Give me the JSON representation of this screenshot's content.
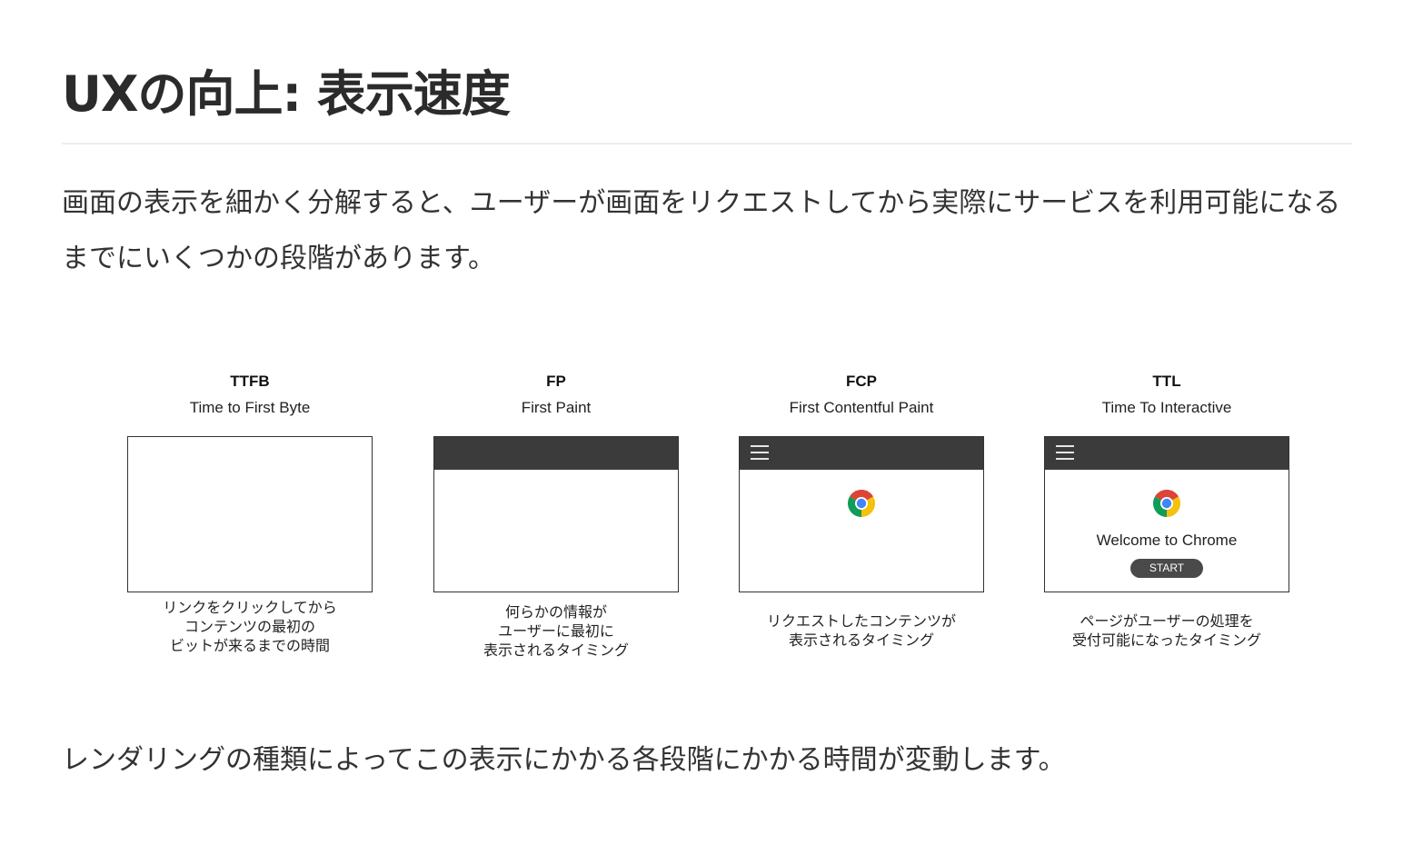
{
  "title": "UXの向上: 表示速度",
  "intro": "画面の表示を細かく分解すると、ユーザーが画面をリクエストしてから実際にサービスを利用可能になるまでにいくつかの段階があります。",
  "stages": [
    {
      "abbr": "TTFB",
      "name": "Time to First Byte",
      "caption": [
        "リンクをクリックしてから",
        "コンテンツの最初の",
        "ビットが来るまでの時間"
      ]
    },
    {
      "abbr": "FP",
      "name": "First Paint",
      "caption": [
        "何らかの情報が",
        "ユーザーに最初に",
        "表示されるタイミング"
      ]
    },
    {
      "abbr": "FCP",
      "name": "First Contentful Paint",
      "caption": [
        "リクエストしたコンテンツが",
        "表示されるタイミング"
      ]
    },
    {
      "abbr": "TTL",
      "name": "Time To Interactive",
      "welcome": "Welcome to Chrome",
      "button": "START",
      "caption": [
        "ページがユーザーの処理を",
        "受付可能になったタイミング"
      ]
    }
  ],
  "closing": "レンダリングの種類によってこの表示にかかる各段階にかかる時間が変動します。",
  "icons": {
    "menu": "hamburger-menu-icon",
    "browser": "chrome-logo-icon"
  },
  "colors": {
    "heading": "#2b2b2b",
    "body_text": "#333333",
    "rule": "#e8edf2",
    "app_bar": "#3b3b3b",
    "chrome_red": "#db4437",
    "chrome_yellow": "#f4c20d",
    "chrome_green": "#0f9d58",
    "chrome_blue": "#4285f4"
  }
}
